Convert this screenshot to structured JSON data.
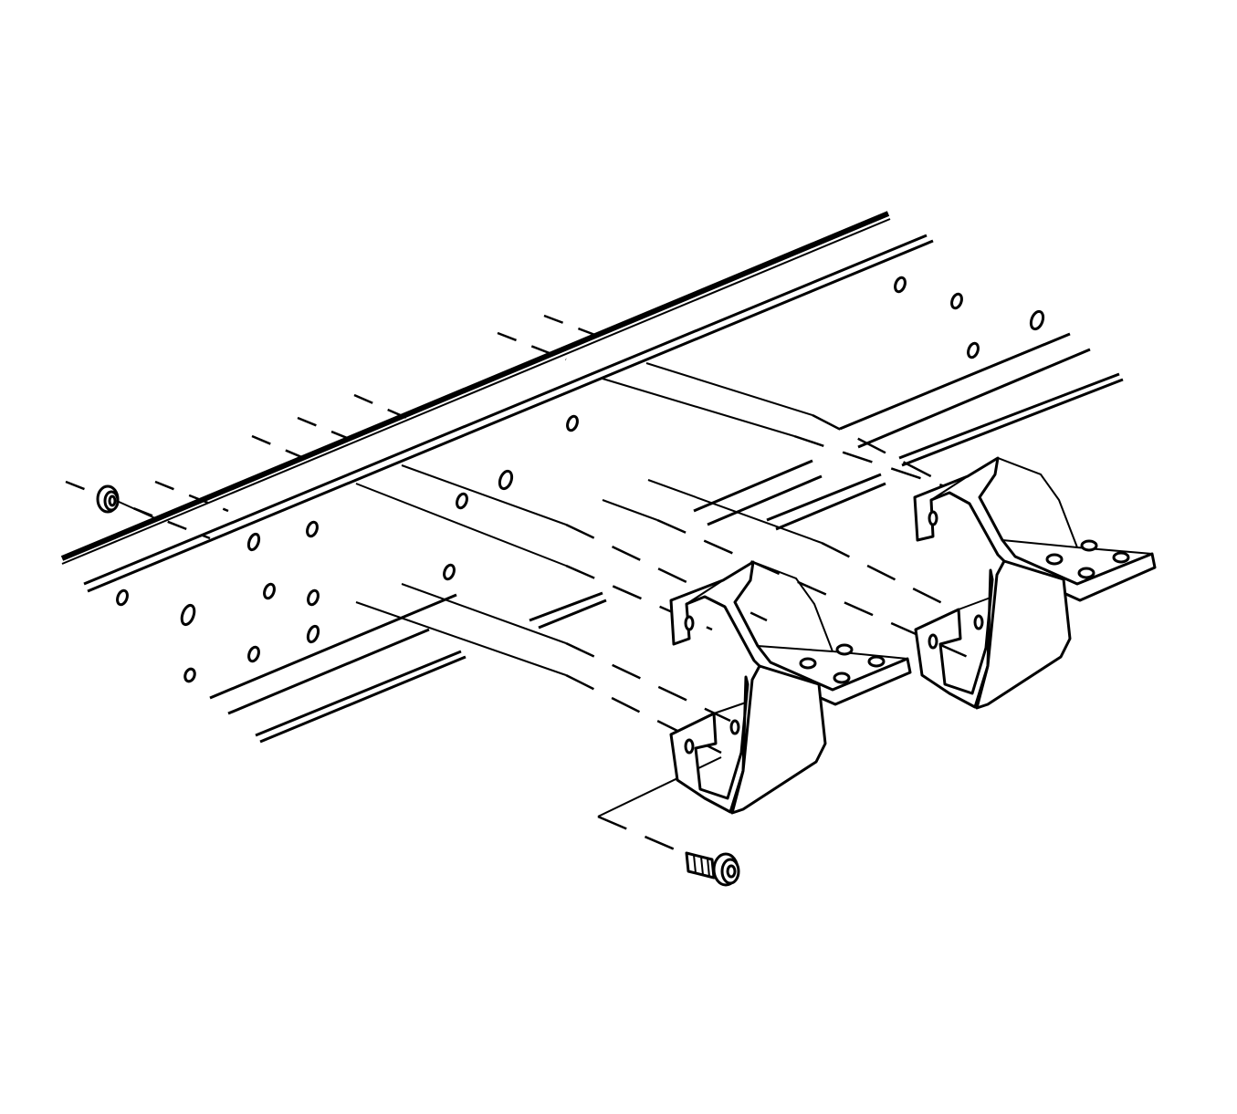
{
  "diagram": {
    "kind": "exploded-view-line-drawing",
    "stroke_color": "#000000",
    "background_color": "#ffffff",
    "components": [
      "frame-rail",
      "left-support-bracket",
      "right-support-bracket",
      "flange-bolt",
      "nut"
    ]
  }
}
